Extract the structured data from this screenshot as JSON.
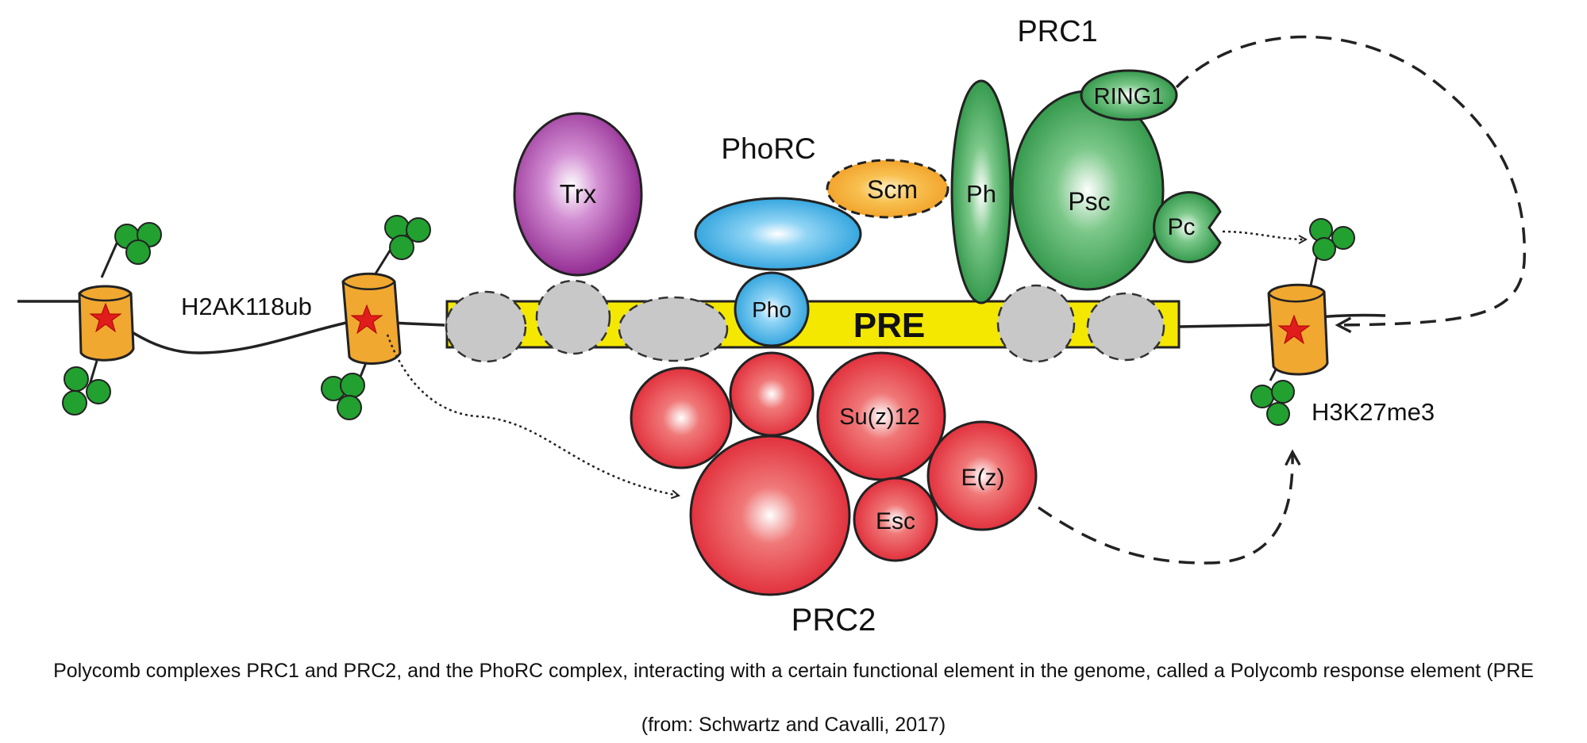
{
  "labels": {
    "prc1": "PRC1",
    "ring1": "RING1",
    "phorc": "PhoRC",
    "trx": "Trx",
    "scm": "Scm",
    "ph": "Ph",
    "psc": "Psc",
    "pc": "Pc",
    "pho": "Pho",
    "pre": "PRE",
    "h2ak118ub": "H2AK118ub",
    "h3k27me3": "H3K27me3",
    "suz12": "Su(z)12",
    "ez": "E(z)",
    "esc": "Esc",
    "prc2": "PRC2"
  },
  "caption": {
    "main": "Polycomb complexes PRC1 and PRC2, and the PhoRC complex, interacting with a certain functional element in the genome, called a Polycomb response element (PRE",
    "source": "(from: Schwartz and Cavalli, 2017)"
  },
  "colors": {
    "pre_yellow": "#f5e800",
    "nucleosome_orange": "#f0a830",
    "ub_green": "#22a030",
    "trx_purple": "#8a1f8a",
    "phorc_blue": "#1a98d8",
    "scm_orange": "#f09a20",
    "prc1_green": "#1d8a38",
    "prc2_red": "#dd1c2c",
    "nucleosome_grey": "#c8c8c8"
  }
}
